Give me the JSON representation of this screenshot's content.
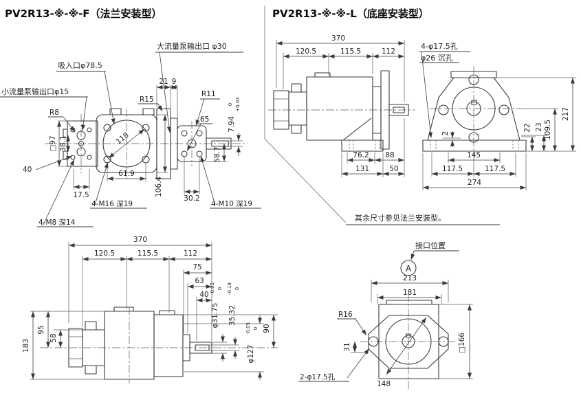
{
  "titles": {
    "flange": "PV2R13-※-※-F（法兰安装型）",
    "base": "PV2R13-※-※-L（底座安装型）"
  },
  "note": "其余尺寸参见法兰安装型。",
  "flange_front": {
    "outlet_large": "大流量泵输出口 φ30",
    "suction": "吸入口φ78.5",
    "outlet_small": "小流量泵输出口φ15",
    "r8": "R8",
    "r15": "R15",
    "r11": "R11",
    "d21": "21",
    "d9": "9",
    "d65": "65",
    "sq97": "□97",
    "d38_1": "38.1",
    "d40": "40",
    "d17_5": "17.5",
    "d118": "118",
    "d61_9": "61.9",
    "d106_4": "106.4",
    "d30_2": "30.2",
    "d58_7": "58.7",
    "key_h": "7.94",
    "key_h_up": "+0.03",
    "key_h_dn": "0",
    "m16": "4-M16 深19",
    "m8": "4-M8 深14",
    "m10": "4-M10 深19"
  },
  "flange_side": {
    "d370": "370",
    "d120_5": "120.5",
    "d115_5": "115.5",
    "d112": "112",
    "d75": "75",
    "d63": "63",
    "d40": "40",
    "shaft_d": "φ31.75",
    "shaft_d_up": "0",
    "shaft_d_dn": "-0.05",
    "key_w": "35.32",
    "key_w_up": "0",
    "key_w_dn": "-0.18",
    "d90": "90",
    "spigot": "φ127",
    "spigot_up": "0",
    "spigot_dn": "-0.05",
    "d95": "95",
    "d58": "58",
    "d183": "183"
  },
  "base_side": {
    "d370": "370",
    "d120_5": "120.5",
    "d115_5": "115.5",
    "d112": "112",
    "d76_2": "76.2",
    "d88": "88",
    "d131": "131",
    "d50": "50"
  },
  "base_rear": {
    "holes": "4-φ17.5孔",
    "cbore": "φ26 沉孔",
    "d217": "217",
    "d109_5": "109.5",
    "d23": "23",
    "d22": "22",
    "d2": "2",
    "d145": "145",
    "d117_5a": "117.5",
    "d117_5b": "117.5",
    "d274": "274"
  },
  "port_view": {
    "label": "接口位置",
    "symbol": "A",
    "d213": "213",
    "d181": "181",
    "r16": "R16",
    "d31": "31",
    "sq166": "□166",
    "d148": "148",
    "holes": "2-φ17.5孔"
  },
  "colors": {
    "line": "#3a3a3a",
    "text": "#1e1e1e",
    "bg": "#ffffff"
  }
}
